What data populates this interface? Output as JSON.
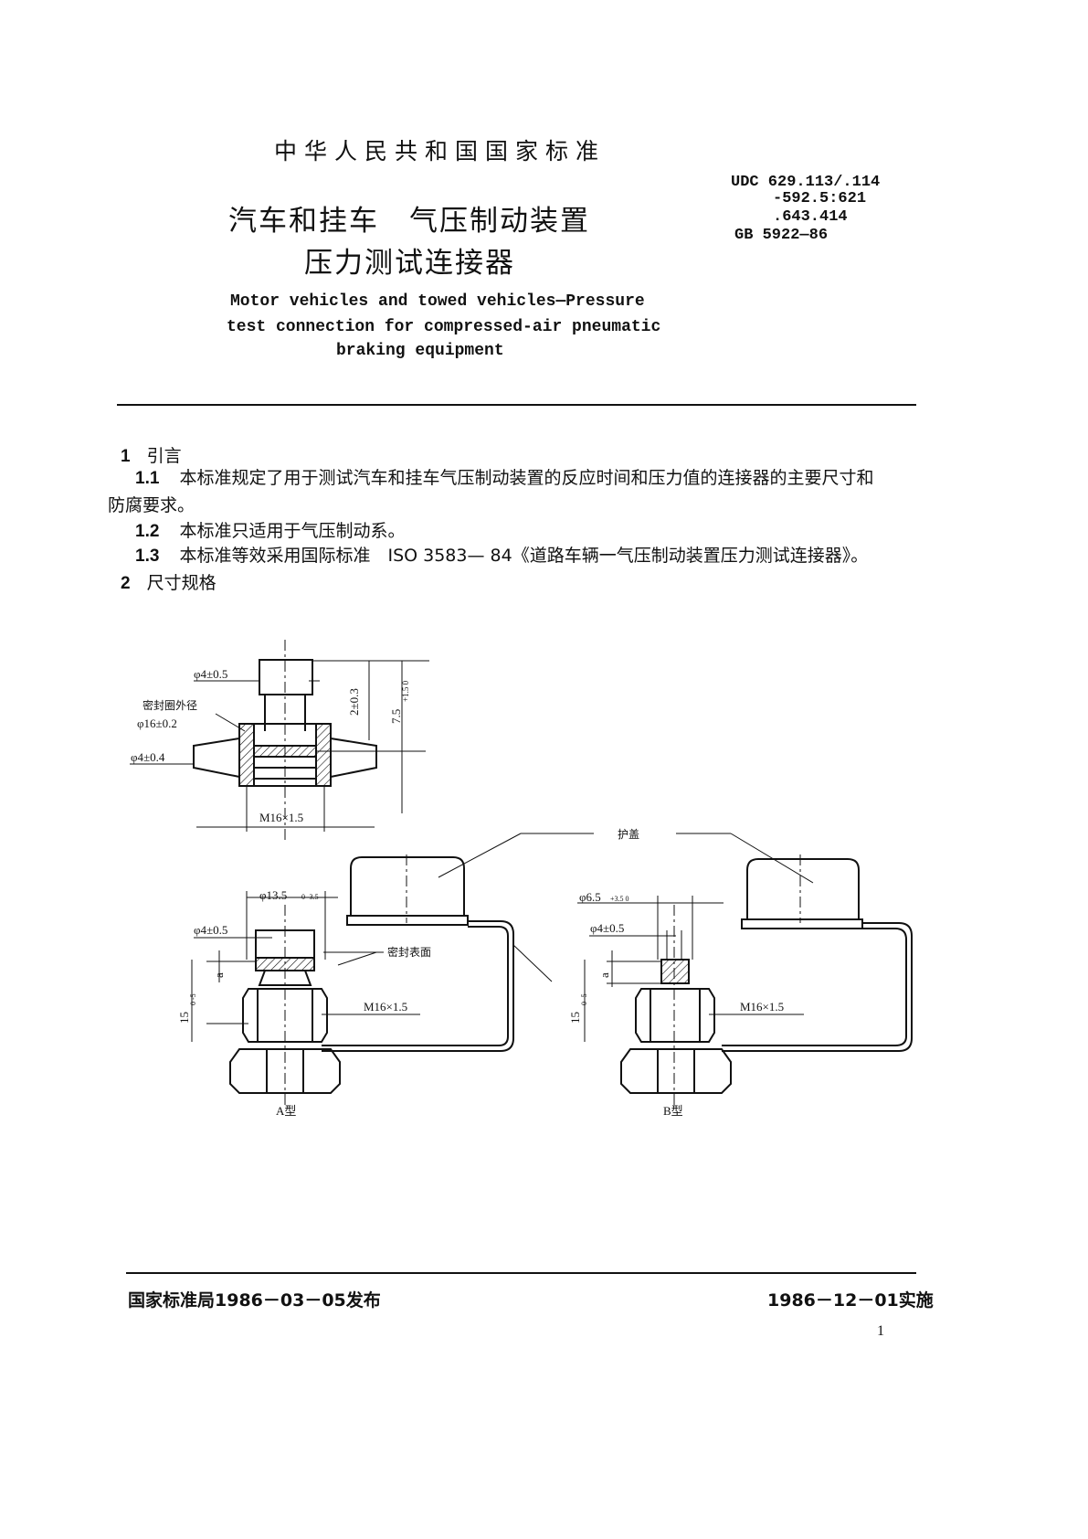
{
  "header": {
    "top_line": "中华人民共和国国家标准",
    "cn_title_line1": "汽车和挂车　气压制动装置",
    "cn_title_line2": "压力测试连接器",
    "en_title_line1": "Motor vehicles and towed vehicles—Pressure",
    "en_title_line2": "test connection for compressed-air pneumatic",
    "en_title_line3": "braking equipment",
    "udc_line1": "UDC 629.113/.114",
    "udc_line2": "-592.5:621",
    "udc_line3": ".643.414",
    "gb_code": "GB 5922—86"
  },
  "body": {
    "s1_num": "1",
    "s1_title": "引言",
    "p11_num": "1.1",
    "p11_text_a": "本标准规定了用于测试汽车和挂车气压制动装置的反应时间和压力值的连接器的主要尺寸和",
    "p11_text_b": "防腐要求。",
    "p12_num": "1.2",
    "p12_text": "本标准只适用于气压制动系。",
    "p13_num": "1.3",
    "p13_text": "本标准等效采用国际标准　ISO 3583— 84《道路车辆一气压制动装置压力测试连接器》。",
    "s2_num": "2",
    "s2_title": "尺寸规格"
  },
  "figure": {
    "top": {
      "dim_phi4_05": "φ4±0.5",
      "seal_label": "密封圈外径",
      "dim_phi16": "φ16±0.2",
      "dim_phi4_04": "φ4±0.4",
      "dim_2_03": "2±0.3",
      "dim_75": "7.5",
      "dim_75_tol": "+1.5 0",
      "thread": "M16×1.5"
    },
    "cap_label": "护盖",
    "a": {
      "dim_phi135": "φ13.5",
      "dim_phi135_tol": "0 -3.5",
      "dim_phi4_05": "φ4±0.5",
      "seal_surface": "密封表面",
      "dim_a": "a",
      "dim_15": "15",
      "dim_15_tol": "0 -5",
      "thread": "M16×1.5",
      "caption": "A型"
    },
    "b": {
      "dim_phi65": "φ6.5",
      "dim_phi65_tol": "+3.5 0",
      "dim_phi4_05": "φ4±0.5",
      "dim_a": "a",
      "dim_15": "15",
      "dim_15_tol": "0 -5",
      "thread": "M16×1.5",
      "caption": "B型"
    }
  },
  "footer": {
    "issued": "国家标准局1986－03－05发布",
    "effective": "1986－12－01实施",
    "page_number": "1"
  }
}
